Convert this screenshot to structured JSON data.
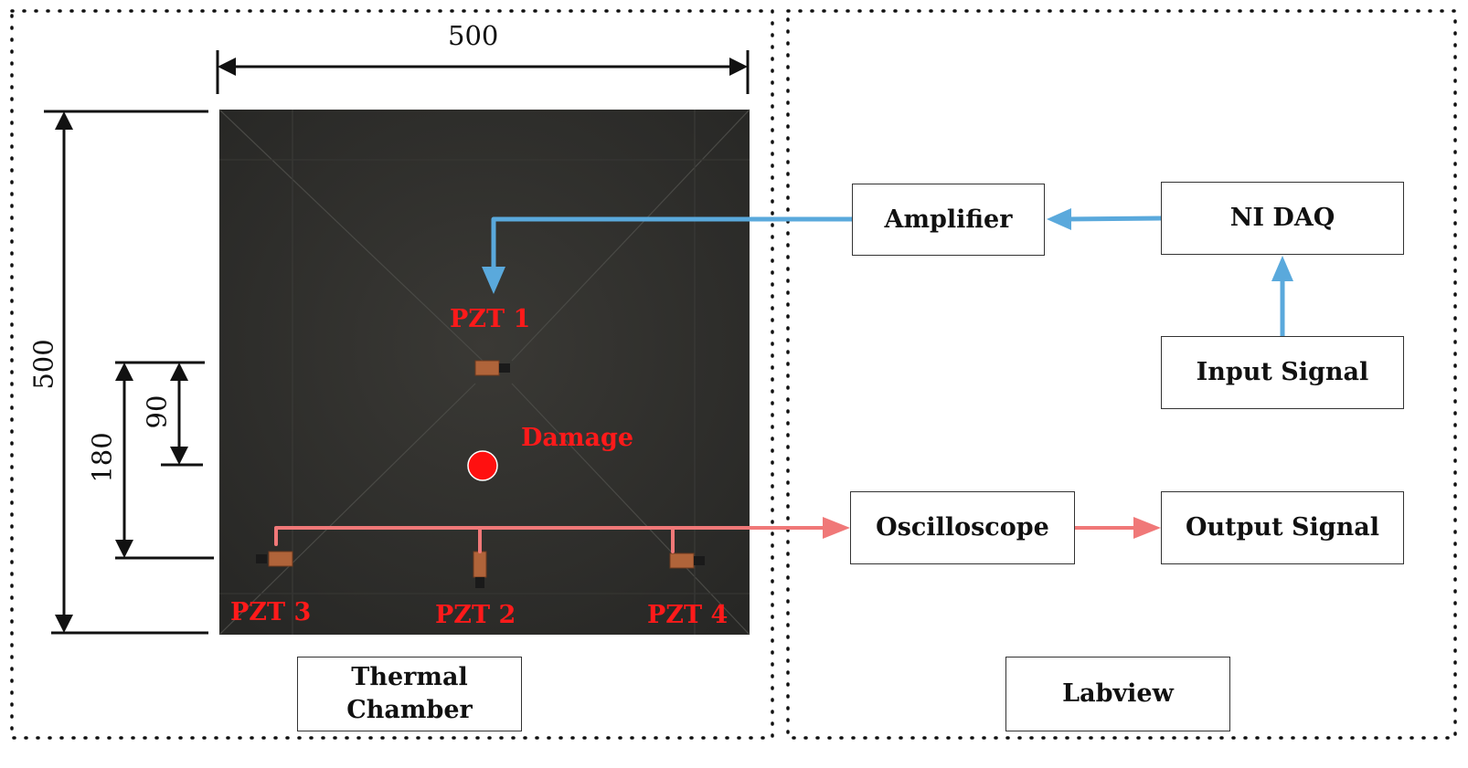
{
  "dimensions": {
    "plate_width": "500",
    "plate_height": "500",
    "spacing_180": "180",
    "spacing_90": "90"
  },
  "labels": {
    "pzt1": "PZT 1",
    "pzt2": "PZT 2",
    "pzt3": "PZT 3",
    "pzt4": "PZT 4",
    "damage": "Damage"
  },
  "blocks": {
    "amplifier": "Amplifier",
    "ni_daq": "NI DAQ",
    "input_signal": "Input Signal",
    "oscilloscope": "Oscilloscope",
    "output_signal": "Output Signal",
    "thermal_chamber_line1": "Thermal",
    "thermal_chamber_line2": "Chamber",
    "labview": "Labview"
  },
  "colors": {
    "excitation_arrow": "#5aa9dc",
    "sensing_arrow": "#f07878",
    "damage_marker": "#ff1010",
    "label_red": "#ff1a1a",
    "plate": "#2f2f2d"
  }
}
